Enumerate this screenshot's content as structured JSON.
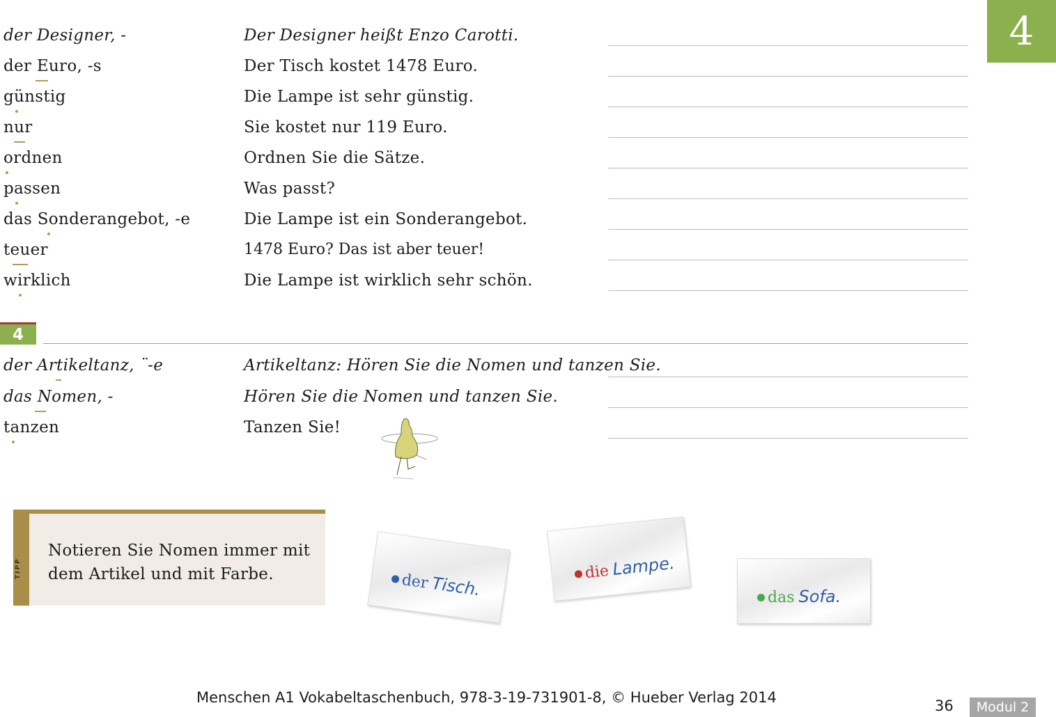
{
  "chapter_number": "4",
  "vocab_top": [
    {
      "word": "der Designer, -",
      "sentence": "Der Designer heißt Enzo Carotti.",
      "italic": true
    },
    {
      "word": "der Euro, -s",
      "sentence": "Der Tisch kostet 1478 Euro.",
      "italic": false
    },
    {
      "word": "günstig",
      "sentence": "Die Lampe ist sehr günstig.",
      "italic": false
    },
    {
      "word": "nur",
      "sentence": "Sie kostet nur 119 Euro.",
      "italic": false
    },
    {
      "word": "ordnen",
      "sentence": "Ordnen Sie die Sätze.",
      "italic": false
    },
    {
      "word": "passen",
      "sentence": "Was passt?",
      "italic": false
    },
    {
      "word": "das Sonderangebot, -e",
      "sentence": "Die Lampe ist ein Sonderangebot.",
      "italic": false
    },
    {
      "word": "teuer",
      "sentence": "1478 Euro? Das ist aber teuer!",
      "italic": false
    },
    {
      "word": "wirklich",
      "sentence": "Die Lampe ist wirklich sehr schön.",
      "italic": false
    }
  ],
  "section_number": "4",
  "vocab_section": [
    {
      "word": "der Artikeltanz, ¨-e",
      "sentence": "Artikeltanz: Hören Sie die Nomen und tanzen Sie.",
      "italic": true
    },
    {
      "word": "das Nomen, -",
      "sentence": "Hören Sie die Nomen und tanzen Sie.",
      "italic": true
    },
    {
      "word": "tanzen",
      "sentence": "Tanzen Sie!",
      "italic": false
    }
  ],
  "tipp": {
    "label": "TIPP",
    "text": "Notieren Sie Nomen immer mit dem Artikel und mit Farbe."
  },
  "cards": [
    {
      "article": "der",
      "noun": "Tisch.",
      "color": "#2f5fa8"
    },
    {
      "article": "die",
      "noun": "Lampe.",
      "color": "#c0322d"
    },
    {
      "article": "das",
      "noun": "Sofa.",
      "color": "#4aa84a"
    }
  ],
  "colors": {
    "accent_green": "#8db04f",
    "tipp_gold": "#a88f49"
  },
  "footer": {
    "citation": "Menschen A1 Vokabeltaschenbuch, 978-3-19-731901-8, © Hueber Verlag 2014",
    "page_number": "36",
    "modul_label": "Modul 2"
  }
}
